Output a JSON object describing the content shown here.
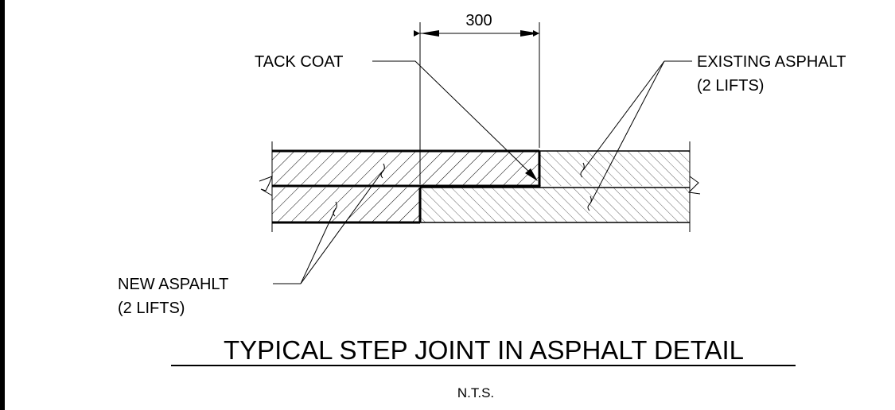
{
  "dimension": {
    "value": "300"
  },
  "labels": {
    "tack_coat": "TACK COAT",
    "existing_asphalt": "EXISTING ASPHALT",
    "existing_lifts": "(2 LIFTS)",
    "new_asphalt": "NEW ASPAHLT",
    "new_lifts": "(2 LIFTS)"
  },
  "title": {
    "main": "TYPICAL STEP JOINT IN ASPHALT DETAIL",
    "scale": "N.T.S."
  },
  "colors": {
    "line": "#000000",
    "background": "#ffffff",
    "new_hatch": "#000000",
    "existing_hatch": "#555555"
  }
}
